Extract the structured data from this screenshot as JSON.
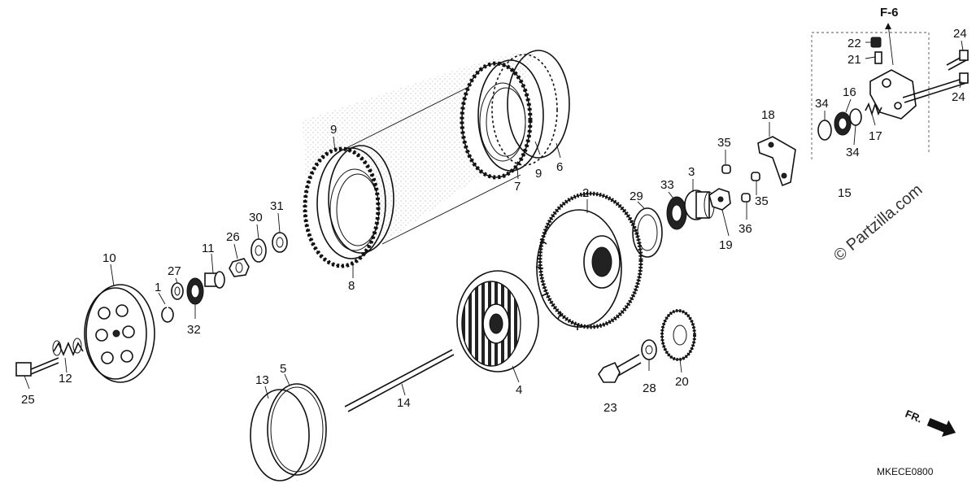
{
  "diagram": {
    "section_ref": "F-6",
    "drawing_code": "MKECE0800",
    "watermark": "© Partzilla.com",
    "direction_label": "FR.",
    "callouts": {
      "c1": "1",
      "c2": "2",
      "c3": "3",
      "c4": "4",
      "c5": "5",
      "c6": "6",
      "c7": "7",
      "c8": "8",
      "c9a": "9",
      "c9b": "9",
      "c10": "10",
      "c11": "11",
      "c12": "12",
      "c13": "13",
      "c14": "14",
      "c15": "15",
      "c16": "16",
      "c17": "17",
      "c18": "18",
      "c19": "19",
      "c20": "20",
      "c21": "21",
      "c22": "22",
      "c23": "23",
      "c24a": "24",
      "c24b": "24",
      "c25": "25",
      "c26": "26",
      "c27": "27",
      "c28": "28",
      "c29": "29",
      "c30": "30",
      "c31": "31",
      "c32": "32",
      "c33": "33",
      "c34a": "34",
      "c34b": "34",
      "c35a": "35",
      "c35b": "35",
      "c36": "36"
    }
  }
}
